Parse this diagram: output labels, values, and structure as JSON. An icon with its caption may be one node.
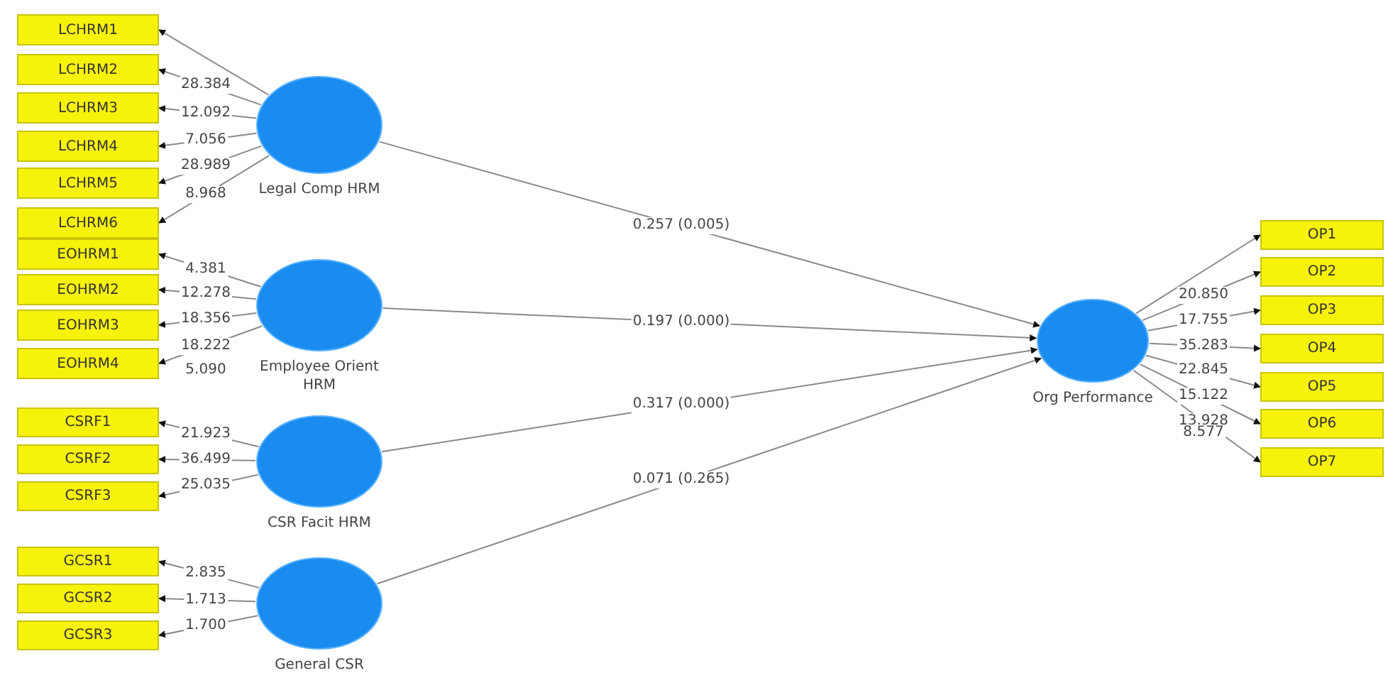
{
  "diagram": {
    "nodes": [
      {
        "text": [
          "LCHRM1"
        ]
      },
      {
        "text": [
          "LCHRM2"
        ]
      },
      {
        "text": [
          "LCHRM3"
        ]
      },
      {
        "text": [
          "LCHRM4"
        ]
      },
      {
        "text": [
          "LCHRM5"
        ]
      },
      {
        "text": [
          "LCHRM6"
        ]
      },
      {
        "text": [
          "EOHRM1"
        ]
      },
      {
        "text": [
          "EOHRM2"
        ]
      },
      {
        "text": [
          "EOHRM3"
        ]
      },
      {
        "text": [
          "EOHRM4"
        ]
      },
      {
        "text": [
          "CSRF1"
        ]
      },
      {
        "text": [
          "CSRF2"
        ]
      },
      {
        "text": [
          "CSRF3"
        ]
      },
      {
        "text": [
          "GCSR1"
        ]
      },
      {
        "text": [
          "GCSR2"
        ]
      },
      {
        "text": [
          "GCSR3"
        ]
      },
      {
        "text": [
          "Legal Comp HRM"
        ]
      },
      {
        "text": [
          "Employee Orient HRM"
        ]
      },
      {
        "text": [
          "CSR Facit HRM"
        ]
      },
      {
        "text": [
          "General CSR"
        ]
      },
      {
        "text": [
          "Org Performance"
        ]
      },
      {
        "text": [
          "OP1"
        ]
      },
      {
        "text": [
          "OP2"
        ]
      },
      {
        "text": [
          "OP3"
        ]
      },
      {
        "text": [
          "OP4"
        ]
      },
      {
        "text": [
          "OP5"
        ]
      },
      {
        "text": [
          "OP6"
        ]
      },
      {
        "text": [
          "OP7"
        ]
      }
    ],
    "edges": [
      {
        "from": 16,
        "to": 0,
        "arrow": "to"
      },
      {
        "from": 16,
        "to": 1,
        "arrow": "to",
        "label": "28.384"
      },
      {
        "from": 16,
        "to": 2,
        "arrow": "to",
        "label": "12.092"
      },
      {
        "from": 16,
        "to": 3,
        "arrow": "to",
        "label": "7.056"
      },
      {
        "from": 16,
        "to": 4,
        "arrow": "to",
        "label": "28.989"
      },
      {
        "from": 16,
        "to": 5,
        "arrow": "to",
        "label": "8.968"
      },
      {
        "from": 17,
        "to": 6,
        "arrow": "to",
        "label": "4.381"
      },
      {
        "from": 17,
        "to": 7,
        "arrow": "to",
        "label": "12.278"
      },
      {
        "from": 17,
        "to": 8,
        "arrow": "to",
        "label": "18.356"
      },
      {
        "from": 17,
        "to": 9,
        "arrow": "to",
        "label": "18.222"
      },
      {
        "from": 18,
        "to": 10,
        "arrow": "to",
        "label": "21.923"
      },
      {
        "from": 18,
        "to": 11,
        "arrow": "to",
        "label": "36.499"
      },
      {
        "from": 18,
        "to": 12,
        "arrow": "to",
        "label": "25.035"
      },
      {
        "from": 19,
        "to": 13,
        "arrow": "to",
        "label": "2.835"
      },
      {
        "from": 19,
        "to": 14,
        "arrow": "to",
        "label": "1.713"
      },
      {
        "from": 19,
        "to": 15,
        "arrow": "to",
        "label": "1.700"
      },
      {
        "from": 16,
        "to": 20,
        "arrow": "to",
        "label": "0.257 (0.005)"
      },
      {
        "from": 17,
        "to": 20,
        "arrow": "to",
        "label": "0.197 (0.000)"
      },
      {
        "from": 18,
        "to": 20,
        "arrow": "to",
        "label": "0.317 (0.000)"
      },
      {
        "from": 19,
        "to": 20,
        "arrow": "to",
        "label": "0.071 (0.265)"
      },
      {
        "from": 20,
        "to": 21,
        "arrow": "to"
      },
      {
        "from": 20,
        "to": 22,
        "arrow": "to",
        "label": "20.850"
      },
      {
        "from": 20,
        "to": 23,
        "arrow": "to",
        "label": "17.755"
      },
      {
        "from": 20,
        "to": 24,
        "arrow": "to",
        "label": "35.283"
      },
      {
        "from": 20,
        "to": 25,
        "arrow": "to",
        "label": "22.845"
      },
      {
        "from": 20,
        "to": 26,
        "arrow": "to",
        "label": "15.122"
      },
      {
        "from": 20,
        "to": 27,
        "arrow": "to",
        "label": "13.928"
      }
    ],
    "labels": [
      "5.090",
      "8.577"
    ]
  }
}
